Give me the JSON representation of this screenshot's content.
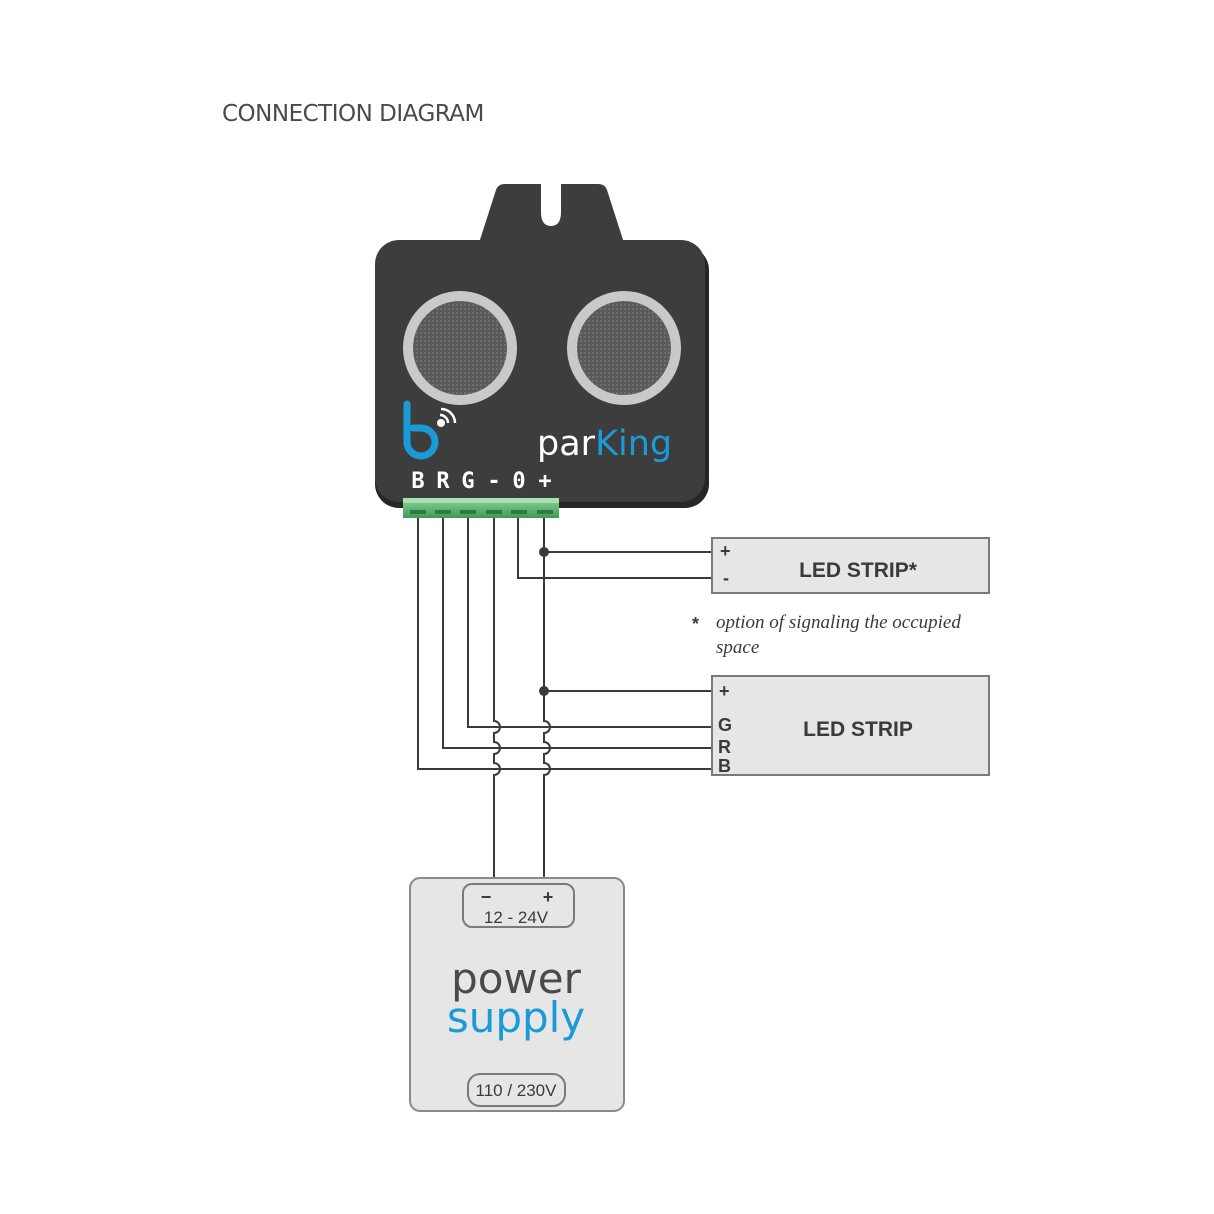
{
  "title": "CONNECTION DIAGRAM",
  "device": {
    "brand_part1": "par",
    "brand_part2": "King",
    "pins": [
      "B",
      "R",
      "G",
      "-",
      "0",
      "+"
    ],
    "body_color": "#3d3d3d",
    "accent_color": "#1a9ad6",
    "logo_icon": "blebox-logo-icon"
  },
  "led_strip_optional": {
    "label": "LED STRIP*",
    "plus": "+",
    "minus": "-"
  },
  "footnote": {
    "marker": "*",
    "line1": "option of signaling the occupied",
    "line2": "space"
  },
  "led_strip_rgb": {
    "label": "LED STRIP",
    "plus": "+",
    "g": "G",
    "r": "R",
    "b": "B"
  },
  "power_supply": {
    "word1": "power",
    "word2": "supply",
    "minus": "−",
    "plus": "+",
    "output_voltage": "12 - 24V",
    "input_voltage": "110 / 230V"
  }
}
